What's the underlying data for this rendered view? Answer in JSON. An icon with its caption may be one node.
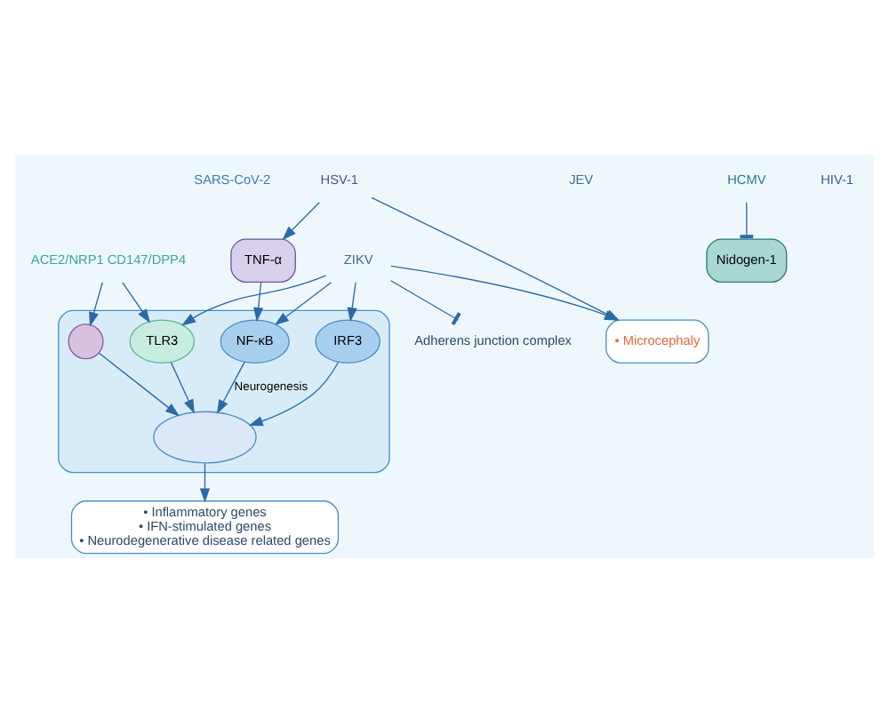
{
  "diagram": {
    "nodes": [
      {
        "text": [
          "SARS-CoV-2"
        ]
      },
      {
        "text": [
          "ACE2/NRP1 CD147/DPP4"
        ]
      },
      {
        "text": [],
        "shape": "box"
      },
      {
        "text": [
          "ZIKV"
        ]
      },
      {
        "text": [
          "• Microcephaly"
        ]
      },
      {
        "text": [
          "Adherens junction complex"
        ]
      },
      {
        "text": [
          "HSV-1"
        ]
      },
      {
        "text": [
          "TNF-α"
        ]
      },
      {
        "text": [
          "JEV"
        ]
      },
      {
        "text": [
          "TLR3"
        ],
        "in": 2
      },
      {
        "text": [
          "IRF3"
        ],
        "in": 2
      },
      {
        "text": [
          "NF-κB"
        ],
        "in": 2
      },
      {
        "text": [
          "HCMV"
        ]
      },
      {
        "text": [
          "Nidogen-1"
        ]
      },
      {
        "text": [
          "HIV-1"
        ]
      },
      {
        "text": [],
        "shape": "circle",
        "in": 2
      },
      {
        "text": [],
        "shape": "circle",
        "in": 2
      },
      {
        "text": [
          "• Inflammatory genes",
          "• IFN-stimulated genes",
          "• Neurodegenerative disease related genes"
        ]
      }
    ],
    "edges": [
      {
        "from": 3,
        "to": 4,
        "arrow": "to"
      },
      {
        "from": 6,
        "to": 4,
        "arrow": "to"
      },
      {
        "from": 3,
        "to": 5,
        "arrow": "other"
      },
      {
        "from": 3,
        "to": 9,
        "arrow": "to"
      },
      {
        "from": 3,
        "to": 10,
        "arrow": "to"
      },
      {
        "from": 3,
        "to": 11,
        "arrow": "to"
      },
      {
        "from": 6,
        "to": 7,
        "arrow": "to"
      },
      {
        "from": 7,
        "to": 11,
        "arrow": "to"
      },
      {
        "from": 1,
        "to": 9,
        "arrow": "to"
      },
      {
        "from": 1,
        "to": 15,
        "arrow": "to"
      },
      {
        "from": 9,
        "to": 16,
        "arrow": "to"
      },
      {
        "from": 10,
        "to": 16,
        "arrow": "to"
      },
      {
        "from": 11,
        "to": 16,
        "arrow": "to",
        "label": "Neurogenesis"
      },
      {
        "from": 15,
        "to": 16,
        "arrow": "to"
      },
      {
        "from": 12,
        "to": 13,
        "arrow": "other"
      },
      {
        "from": 16,
        "to": 17,
        "arrow": "to"
      }
    ]
  }
}
